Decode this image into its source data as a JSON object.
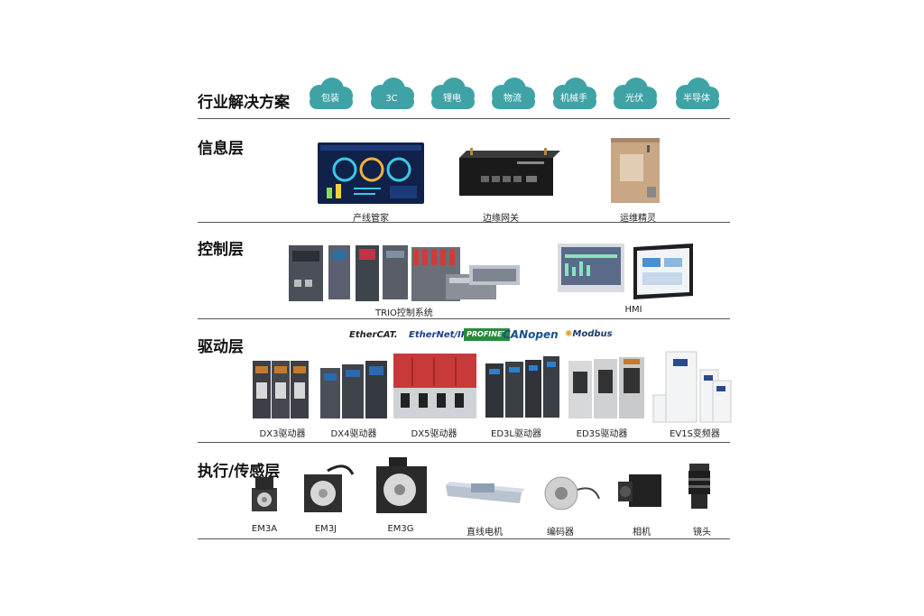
{
  "rows": {
    "industry": "行业解决方案",
    "info": "信息层",
    "control": "控制层",
    "drive": "驱动层",
    "actuator": "执行/传感层"
  },
  "industries": [
    "包装",
    "3C",
    "锂电",
    "物流",
    "机械手",
    "光伏",
    "半导体"
  ],
  "info_items": [
    "产线管家",
    "边缘网关",
    "运维精灵"
  ],
  "control_items": [
    "TRIO控制系统",
    "HMI"
  ],
  "protocols": [
    "EtherCAT.",
    "EtherNet/IP",
    "PROFINET",
    "CANopen",
    "Modbus"
  ],
  "drive_items": [
    "DX3驱动器",
    "DX4驱动器",
    "DX5驱动器",
    "ED3L驱动器",
    "ED3S驱动器",
    "EV1S变频器"
  ],
  "actuator_items": [
    "EM3A",
    "EM3J",
    "EM3G",
    "直线电机",
    "编码器",
    "相机",
    "镜头"
  ],
  "colors": {
    "cloud": "#3fa3a6",
    "line": "#555555",
    "text": "#111111"
  }
}
